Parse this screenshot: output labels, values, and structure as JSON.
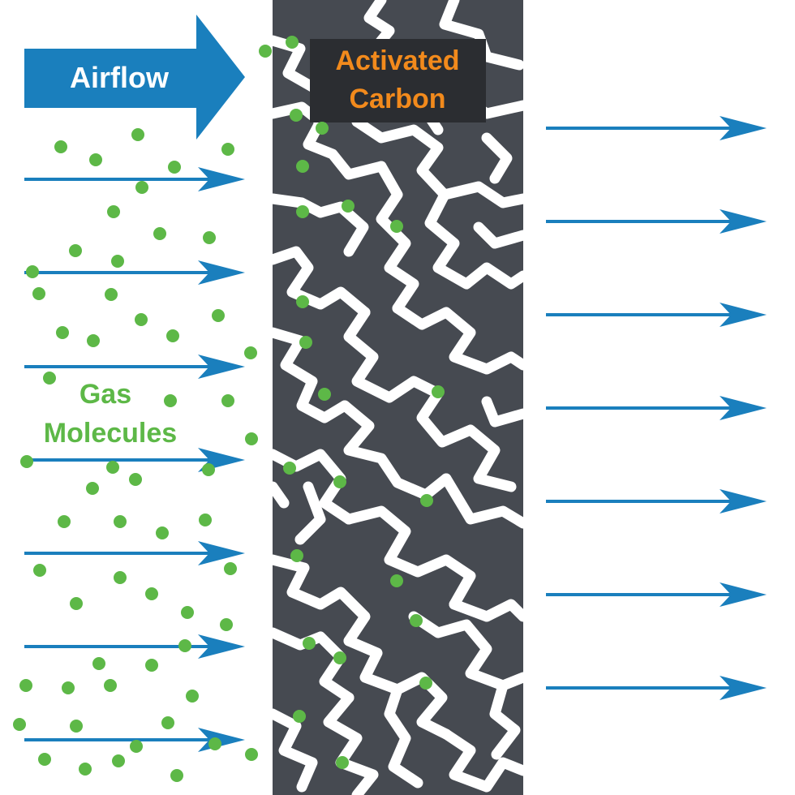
{
  "labels": {
    "airflow": "Airflow",
    "activated_carbon": [
      "Activated",
      "Carbon"
    ],
    "gas_molecules": [
      "Gas",
      "Molecules"
    ]
  },
  "colors": {
    "arrow_blue": "#1a7fbd",
    "molecule_green": "#5db847",
    "carbon_dark": "#464a51",
    "carbon_label_bg": "#2b2d31",
    "carbon_label_text": "#f28a1c",
    "pore_white": "#ffffff"
  },
  "icons": {
    "flow_arrow": "right-arrow-icon",
    "molecule": "green-dot"
  }
}
